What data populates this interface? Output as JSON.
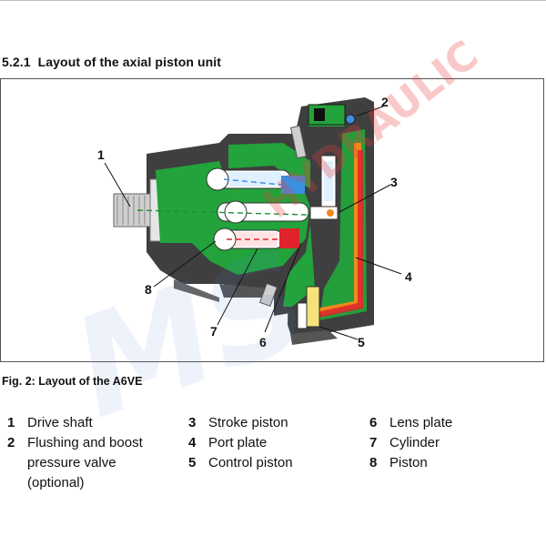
{
  "section": {
    "number": "5.2.1",
    "title": "Layout of the axial piston unit"
  },
  "figure": {
    "caption": "Fig. 2: Layout of the A6VE",
    "callouts": [
      "1",
      "2",
      "3",
      "4",
      "5",
      "6",
      "7",
      "8"
    ],
    "watermark": {
      "brand": "MS",
      "text": "HYDRAULIC"
    },
    "colors": {
      "housing": "#3f3f3f",
      "green": "#22a33b",
      "blue": "#3d8fe0",
      "red": "#e0232b",
      "orange": "#f08a1c",
      "white": "#ffffff"
    }
  },
  "legend": {
    "col1": [
      {
        "num": "1",
        "label": "Drive shaft"
      },
      {
        "num": "2",
        "label": "Flushing and boost pressure valve (optional)"
      }
    ],
    "col2": [
      {
        "num": "3",
        "label": "Stroke piston"
      },
      {
        "num": "4",
        "label": "Port plate"
      },
      {
        "num": "5",
        "label": "Control piston"
      }
    ],
    "col3": [
      {
        "num": "6",
        "label": "Lens plate"
      },
      {
        "num": "7",
        "label": "Cylinder"
      },
      {
        "num": "8",
        "label": "Piston"
      }
    ]
  }
}
